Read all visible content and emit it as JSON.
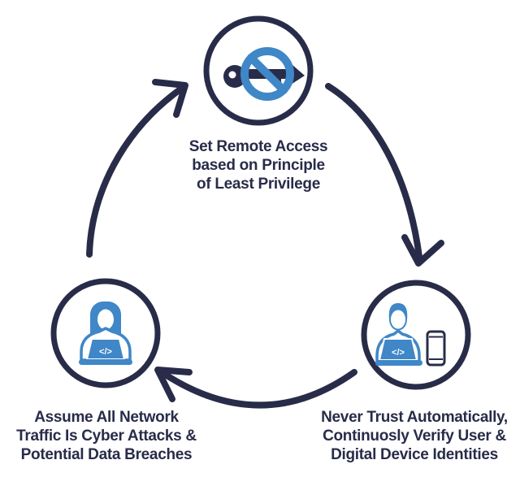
{
  "background_color": "#ffffff",
  "accent_colors": {
    "navy": "#282c49",
    "blue": "#3f87c7",
    "white": "#ffffff"
  },
  "cycle": {
    "direction": "clockwise",
    "nodes": [
      {
        "id": "least-privilege",
        "position": "top",
        "icon": "prohibited-key-icon",
        "caption": [
          "Set Remote Access",
          "based on Principle",
          "of Least Privilege"
        ]
      },
      {
        "id": "verify-identities",
        "position": "bottom-right",
        "icon": "man-laptop-phone-icon",
        "caption": [
          "Never Trust Automatically,",
          "Continuosly Verify User &",
          "Digital Device Identities"
        ]
      },
      {
        "id": "assume-breach",
        "position": "bottom-left",
        "icon": "woman-laptop-icon",
        "caption": [
          "Assume All Network",
          "Traffic Is Cyber Attacks &",
          "Potential Data Breaches"
        ]
      }
    ],
    "laptop_screen_text": "</>"
  }
}
